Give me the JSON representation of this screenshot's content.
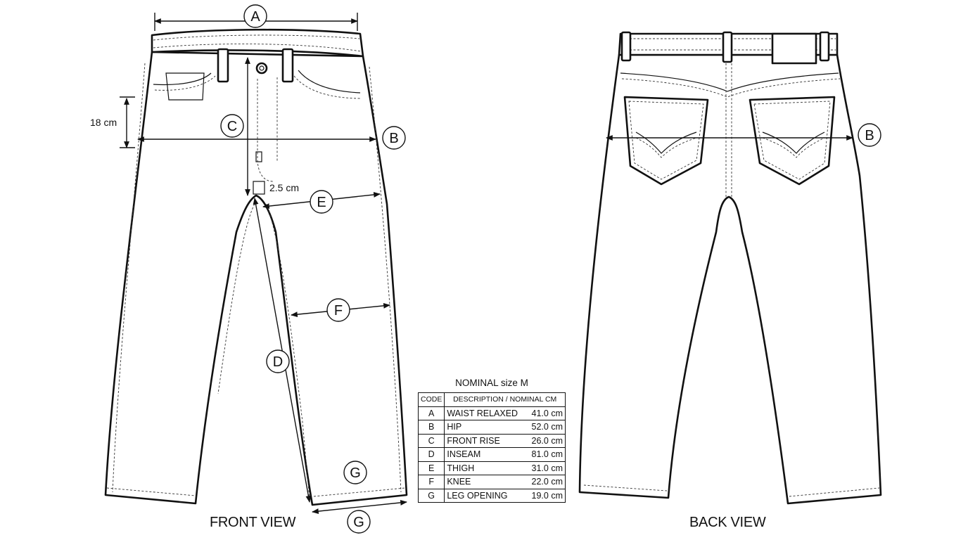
{
  "views": {
    "front": "FRONT VIEW",
    "back": "BACK VIEW"
  },
  "callouts": {
    "A": "A",
    "B": "B",
    "C": "C",
    "D": "D",
    "E": "E",
    "F": "F",
    "G": "G"
  },
  "annotations": {
    "pocket_depth": "18 cm",
    "fly_offset": "2.5 cm"
  },
  "spec_table": {
    "caption": "NOMINAL size M",
    "headers": {
      "code": "CODE",
      "description": "DESCRIPTION / NOMINAL CM"
    },
    "rows": [
      {
        "code": "A",
        "description": "WAIST RELAXED",
        "value": "41.0 cm"
      },
      {
        "code": "B",
        "description": "HIP",
        "value": "52.0 cm"
      },
      {
        "code": "C",
        "description": "FRONT RISE",
        "value": "26.0 cm"
      },
      {
        "code": "D",
        "description": "INSEAM",
        "value": "81.0 cm"
      },
      {
        "code": "E",
        "description": "THIGH",
        "value": "31.0 cm"
      },
      {
        "code": "F",
        "description": "KNEE",
        "value": "22.0 cm"
      },
      {
        "code": "G",
        "description": "LEG OPENING",
        "value": "19.0 cm"
      }
    ]
  }
}
